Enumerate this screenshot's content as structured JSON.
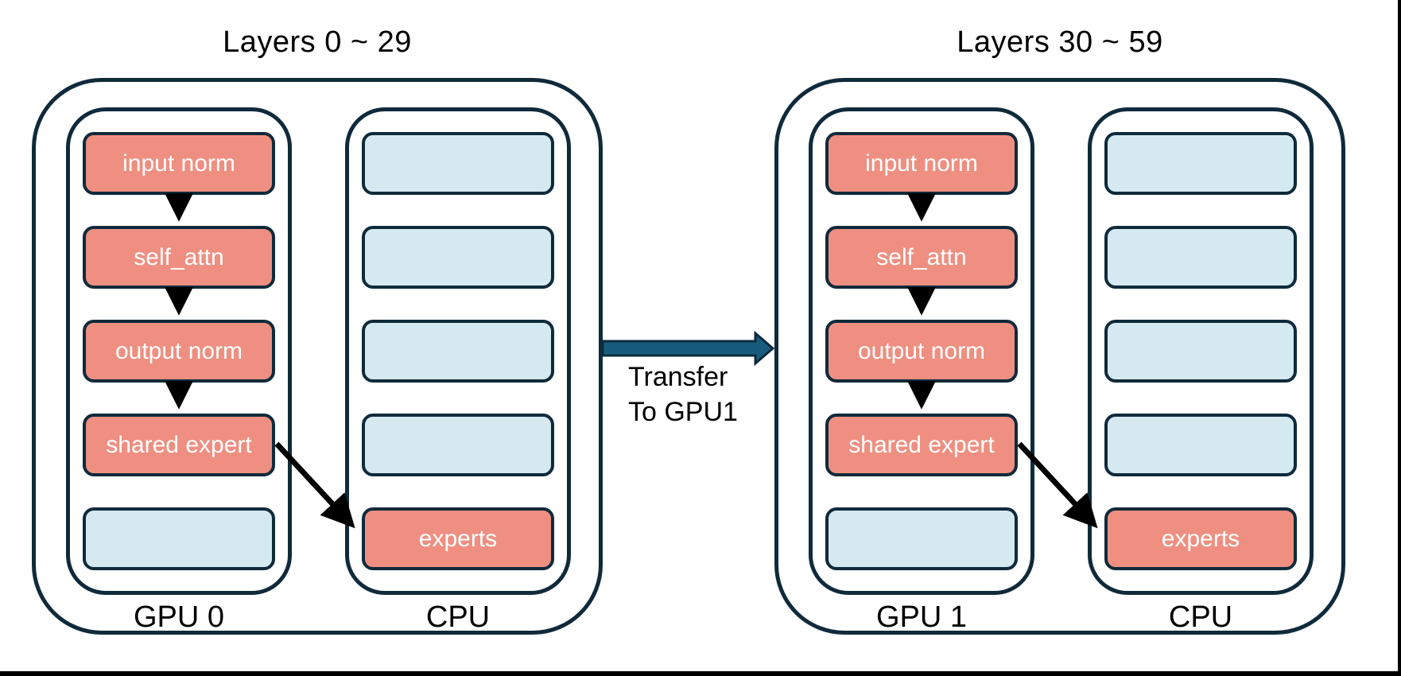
{
  "colors": {
    "outline": "#0f2a3b",
    "box_active": "#ee8f81",
    "box_empty": "#d4e9f0",
    "flow_arrow": "#000000",
    "transfer_arrow_fill": "#185c7d",
    "background": "#ffffff"
  },
  "groups": [
    {
      "title": "Layers 0 ~ 29",
      "columns": [
        {
          "label": "GPU 0",
          "boxes": [
            {
              "label": "input norm",
              "kind": "active"
            },
            {
              "label": "self_attn",
              "kind": "active"
            },
            {
              "label": "output norm",
              "kind": "active"
            },
            {
              "label": "shared expert",
              "kind": "active"
            },
            {
              "label": "",
              "kind": "empty"
            }
          ]
        },
        {
          "label": "CPU",
          "boxes": [
            {
              "label": "",
              "kind": "empty"
            },
            {
              "label": "",
              "kind": "empty"
            },
            {
              "label": "",
              "kind": "empty"
            },
            {
              "label": "",
              "kind": "empty"
            },
            {
              "label": "experts",
              "kind": "active"
            }
          ]
        }
      ]
    },
    {
      "title": "Layers 30 ~ 59",
      "columns": [
        {
          "label": "GPU 1",
          "boxes": [
            {
              "label": "input norm",
              "kind": "active"
            },
            {
              "label": "self_attn",
              "kind": "active"
            },
            {
              "label": "output norm",
              "kind": "active"
            },
            {
              "label": "shared expert",
              "kind": "active"
            },
            {
              "label": "",
              "kind": "empty"
            }
          ]
        },
        {
          "label": "CPU",
          "boxes": [
            {
              "label": "",
              "kind": "empty"
            },
            {
              "label": "",
              "kind": "empty"
            },
            {
              "label": "",
              "kind": "empty"
            },
            {
              "label": "",
              "kind": "empty"
            },
            {
              "label": "experts",
              "kind": "active"
            }
          ]
        }
      ]
    }
  ],
  "transfer": {
    "line1": "Transfer",
    "line2": "To GPU1"
  }
}
